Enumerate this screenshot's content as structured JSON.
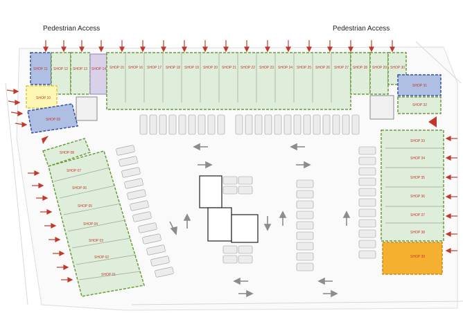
{
  "access_labels": [
    "Pedestrian Access",
    "Pedestrian Access"
  ],
  "colors": {
    "shop_green": "#dfeedb",
    "shop_blue": "#aebfe3",
    "shop_yellow": "#fdf7b4",
    "shop_lavender": "#d9d1ea",
    "shop_orange": "#f5b031",
    "green_border": "#6a9a3a",
    "blue_border": "#3452a0",
    "arrow_red": "#c0392b",
    "arrow_grey": "#8c8c8c",
    "label_red": "#c0392b"
  },
  "shops": {
    "s01": "SHOP 01",
    "s02": "SHOP 02",
    "s03": "SHOP 03",
    "s04": "SHOP 04",
    "s05": "SHOP 05",
    "s06": "SHOP 06",
    "s07": "SHOP 07",
    "s08": "SHOP 08",
    "s09": "SHOP 09",
    "s10": "SHOP 10",
    "s11": "SHOP 11",
    "s12": "SHOP 12",
    "s13": "SHOP 13",
    "s14": "SHOP 14",
    "s15": "SHOP 15",
    "s16": "SHOP 16",
    "s17": "SHOP 17",
    "s18": "SHOP 18",
    "s19": "SHOP 19",
    "s20": "SHOP 20",
    "s21": "SHOP 21",
    "s22": "SHOP 22",
    "s23": "SHOP 23",
    "s24": "SHOP 24",
    "s25": "SHOP 25",
    "s26": "SHOP 26",
    "s27": "SHOP 27",
    "s28": "SHOP 28",
    "s29": "SHOP 29",
    "s30": "SHOP 30",
    "s31": "SHOP 31",
    "s32": "SHOP 32",
    "s33": "SHOP 33",
    "s34": "SHOP 34",
    "s35": "SHOP 35",
    "s36": "SHOP 36",
    "s37": "SHOP 37",
    "s38": "SHOP 38",
    "s39": "SHOP 39"
  }
}
